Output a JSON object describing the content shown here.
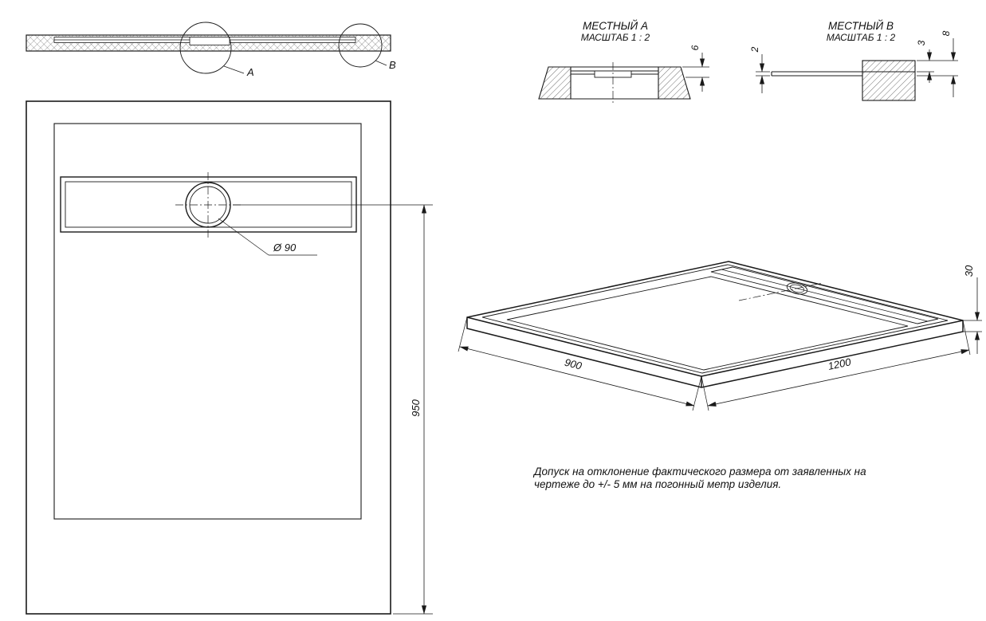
{
  "drawing": {
    "ink_color": "#1a1a1a",
    "section_view": {
      "label_a": "A",
      "label_b": "B"
    },
    "detail_a": {
      "title": "МЕСТНЫЙ A",
      "scale": "МАСШТАБ 1 : 2",
      "dim_depth": "6"
    },
    "detail_b": {
      "title": "МЕСТНЫЙ В",
      "scale": "МАСШТАБ 1 : 2",
      "dim_sheet": "2",
      "dim_step": "3",
      "dim_total": "8"
    },
    "plan_view": {
      "drain_diameter": "Ø 90",
      "dim_drain_to_edge": "950"
    },
    "iso_view": {
      "dim_width": "900",
      "dim_length": "1200",
      "dim_height": "30"
    },
    "note": {
      "line1": "Допуск на отклонение фактического размера от заявленных на",
      "line2": "чертеже до +/- 5 мм на погонный метр изделия."
    }
  }
}
